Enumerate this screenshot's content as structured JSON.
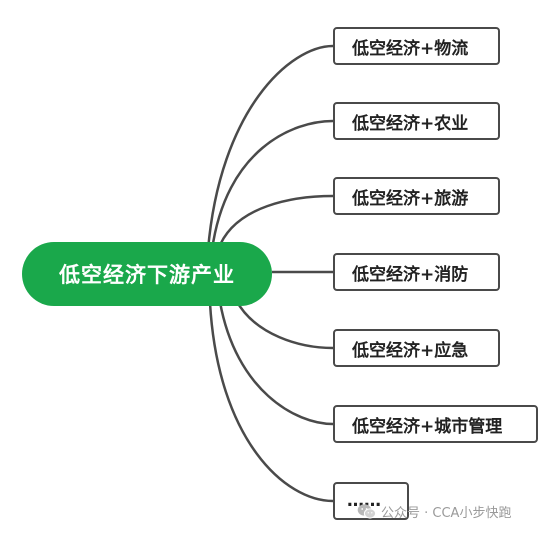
{
  "mindmap": {
    "root": {
      "label": "低空经济下游产业"
    },
    "branches": [
      {
        "label": "低空经济+物流"
      },
      {
        "label": "低空经济+农业"
      },
      {
        "label": "低空经济+旅游"
      },
      {
        "label": "低空经济+消防"
      },
      {
        "label": "低空经济+应急"
      },
      {
        "label": "低空经济+城市管理"
      },
      {
        "label": "……"
      }
    ]
  },
  "watermark": {
    "text": "公众号 · CCA小步快跑",
    "icon": "wechat-icon"
  },
  "colors": {
    "root_fill": "#1aa84b",
    "line": "#4a4a4a",
    "box_border": "#4a4a4a",
    "watermark": "#9a9a9a"
  }
}
